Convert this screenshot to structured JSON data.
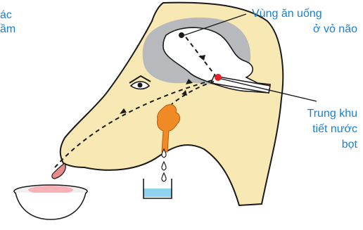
{
  "labels": {
    "left_fragment_line1": "ác",
    "left_fragment_line2": "ầm",
    "taste_area_line1": "Vùng ăn uống",
    "taste_area_line2": "ở vỏ não",
    "center_line1": "Trung khu",
    "center_line2": "tiết nước",
    "center_line3": "bọt"
  },
  "colors": {
    "skin": "#f7e8b4",
    "outline": "#1a1a1a",
    "cortex_gray": "#b7b9bd",
    "label_blue": "#1a7fd0",
    "gland_orange": "#f08a24",
    "tongue_pink": "#e98a8a",
    "center_red": "#e8202a",
    "water_blue": "#8fd3f0",
    "food_pink": "#f7b2b8"
  },
  "icons": [
    "eye-icon",
    "salivary-gland-icon",
    "saliva-drop-icon",
    "beaker-icon",
    "food-bowl-icon",
    "tongue-icon"
  ]
}
